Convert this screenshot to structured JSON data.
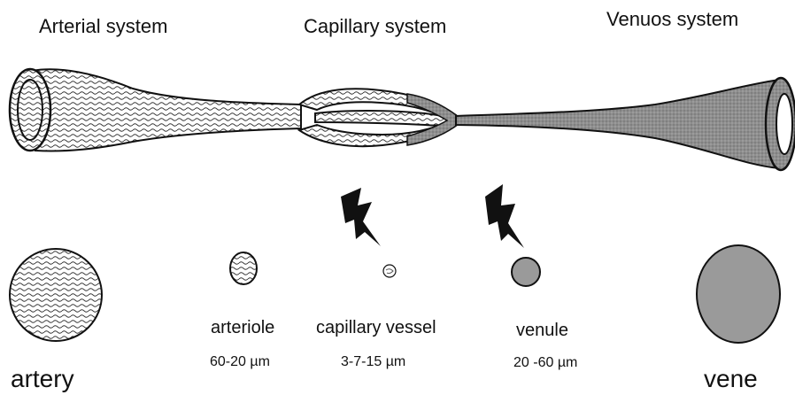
{
  "systems": {
    "arterial": "Arterial system",
    "capillary": "Capillary system",
    "venous": "Venuos system"
  },
  "vessels": {
    "artery": {
      "label": "artery"
    },
    "arteriole": {
      "label": "arteriole",
      "size": "60-20 µm"
    },
    "capillary": {
      "label": "capillary vessel",
      "size": "3-7-15 µm"
    },
    "venule": {
      "label": "venule",
      "size": "20 -60 µm"
    },
    "vene": {
      "label": "vene"
    }
  },
  "colors": {
    "stroke": "#111111",
    "venous_fill": "#9a9a9a",
    "arterial_pattern": "wavy-hatch"
  },
  "icons": [
    "lightning-bolt-icon",
    "lightning-bolt-icon"
  ]
}
